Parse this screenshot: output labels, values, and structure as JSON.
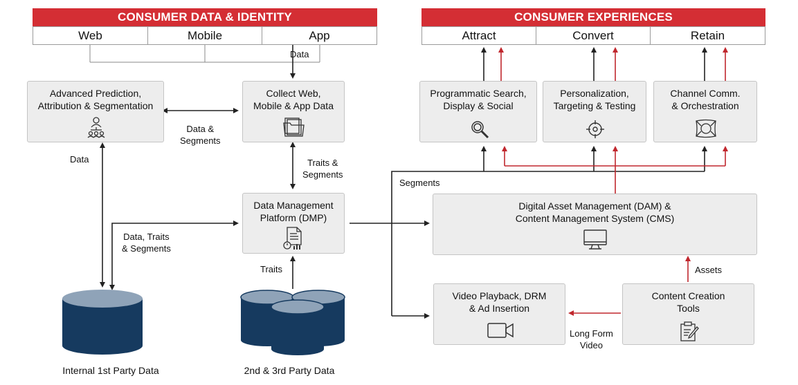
{
  "consumer_data": {
    "title": "CONSUMER DATA & IDENTITY",
    "tabs": [
      "Web",
      "Mobile",
      "App"
    ]
  },
  "consumer_experiences": {
    "title": "CONSUMER EXPERIENCES",
    "tabs": [
      "Attract",
      "Convert",
      "Retain"
    ]
  },
  "boxes": {
    "prediction": "Advanced Prediction,\nAttribution & Segmentation",
    "collect": "Collect Web,\nMobile & App Data",
    "dmp": "Data Management\nPlatform (DMP)",
    "programmatic": "Programmatic Search,\nDisplay & Social",
    "personalization": "Personalization,\nTargeting & Testing",
    "channel": "Channel Comm.\n& Orchestration",
    "dam": "Digital Asset Management (DAM) &\nContent Management System (CMS)",
    "video": "Video Playback, DRM\n& Ad Insertion",
    "content": "Content Creation\nTools"
  },
  "edge_labels": {
    "data_top": "Data",
    "data_segments": "Data &\nSegments",
    "data_left": "Data",
    "traits_segments": "Traits &\nSegments",
    "data_traits_segments": "Data, Traits\n& Segments",
    "traits": "Traits",
    "segments": "Segments",
    "assets": "Assets",
    "long_form_video": "Long Form\nVideo"
  },
  "databases": {
    "internal": "Internal 1st Party Data",
    "external": "2nd & 3rd  Party Data"
  },
  "colors": {
    "accent": "#d42e34",
    "box_fill": "#ededed",
    "db_fill": "#163a5f",
    "arrow_dark": "#222222",
    "arrow_red": "#c0272d"
  }
}
